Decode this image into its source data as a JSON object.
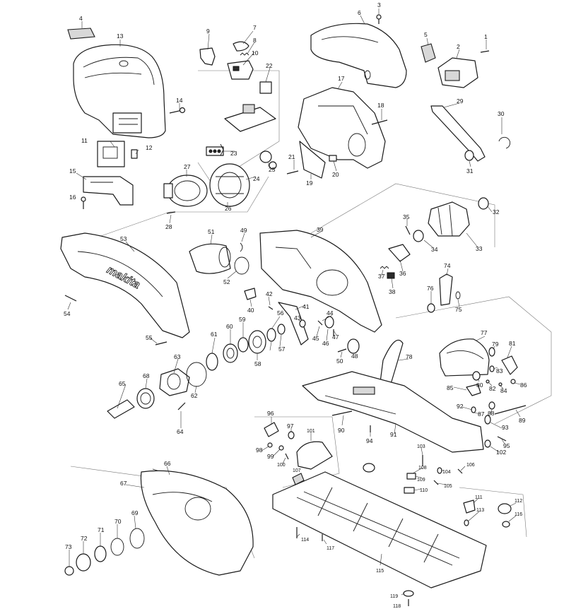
{
  "brand_text": "makita",
  "parts": [
    {
      "id": "p4",
      "label": "4"
    },
    {
      "id": "p13",
      "label": "13"
    },
    {
      "id": "p14",
      "label": "14"
    },
    {
      "id": "p11",
      "label": "11"
    },
    {
      "id": "p12",
      "label": "12"
    },
    {
      "id": "p15",
      "label": "15"
    },
    {
      "id": "p16",
      "label": "16"
    },
    {
      "id": "p9",
      "label": "9"
    },
    {
      "id": "p7",
      "label": "7"
    },
    {
      "id": "p8",
      "label": "8"
    },
    {
      "id": "p10",
      "label": "10"
    },
    {
      "id": "p22",
      "label": "22"
    },
    {
      "id": "p23",
      "label": "23"
    },
    {
      "id": "p25",
      "label": "25"
    },
    {
      "id": "p24",
      "label": "24"
    },
    {
      "id": "p27",
      "label": "27"
    },
    {
      "id": "p26",
      "label": "26"
    },
    {
      "id": "p28",
      "label": "28"
    },
    {
      "id": "p3",
      "label": "3"
    },
    {
      "id": "p6",
      "label": "6"
    },
    {
      "id": "p5",
      "label": "5"
    },
    {
      "id": "p2",
      "label": "2"
    },
    {
      "id": "p1",
      "label": "1"
    },
    {
      "id": "p17",
      "label": "17"
    },
    {
      "id": "p18",
      "label": "18"
    },
    {
      "id": "p29",
      "label": "29"
    },
    {
      "id": "p30",
      "label": "30"
    },
    {
      "id": "p31",
      "label": "31"
    },
    {
      "id": "p21",
      "label": "21"
    },
    {
      "id": "p19",
      "label": "19"
    },
    {
      "id": "p20",
      "label": "20"
    },
    {
      "id": "p53",
      "label": "53"
    },
    {
      "id": "p54",
      "label": "54"
    },
    {
      "id": "p51",
      "label": "51"
    },
    {
      "id": "p49",
      "label": "49"
    },
    {
      "id": "p52",
      "label": "52"
    },
    {
      "id": "p39",
      "label": "39"
    },
    {
      "id": "p35",
      "label": "35"
    },
    {
      "id": "p32",
      "label": "32"
    },
    {
      "id": "p34",
      "label": "34"
    },
    {
      "id": "p33",
      "label": "33"
    },
    {
      "id": "p37",
      "label": "37"
    },
    {
      "id": "p36",
      "label": "36"
    },
    {
      "id": "p38",
      "label": "38"
    },
    {
      "id": "p74",
      "label": "74"
    },
    {
      "id": "p76",
      "label": "76"
    },
    {
      "id": "p75",
      "label": "75"
    },
    {
      "id": "p40",
      "label": "40"
    },
    {
      "id": "p42",
      "label": "42"
    },
    {
      "id": "p41",
      "label": "41"
    },
    {
      "id": "p43",
      "label": "43"
    },
    {
      "id": "p44",
      "label": "44"
    },
    {
      "id": "p45",
      "label": "45"
    },
    {
      "id": "p46",
      "label": "46"
    },
    {
      "id": "p47",
      "label": "47"
    },
    {
      "id": "p55",
      "label": "55"
    },
    {
      "id": "p61",
      "label": "61"
    },
    {
      "id": "p60",
      "label": "60"
    },
    {
      "id": "p59",
      "label": "59"
    },
    {
      "id": "p56",
      "label": "56"
    },
    {
      "id": "p57",
      "label": "57"
    },
    {
      "id": "p58",
      "label": "58"
    },
    {
      "id": "p50",
      "label": "50"
    },
    {
      "id": "p48",
      "label": "48"
    },
    {
      "id": "p78",
      "label": "78"
    },
    {
      "id": "p77",
      "label": "77"
    },
    {
      "id": "p79",
      "label": "79"
    },
    {
      "id": "p81",
      "label": "81"
    },
    {
      "id": "p83",
      "label": "83"
    },
    {
      "id": "p80",
      "label": "80"
    },
    {
      "id": "p82",
      "label": "82"
    },
    {
      "id": "p84",
      "label": "84"
    },
    {
      "id": "p85",
      "label": "85"
    },
    {
      "id": "p86",
      "label": "86"
    },
    {
      "id": "p63",
      "label": "63"
    },
    {
      "id": "p68",
      "label": "68"
    },
    {
      "id": "p65",
      "label": "65"
    },
    {
      "id": "p62",
      "label": "62"
    },
    {
      "id": "p64",
      "label": "64"
    },
    {
      "id": "p92",
      "label": "92"
    },
    {
      "id": "p87",
      "label": "87"
    },
    {
      "id": "p88",
      "label": "88"
    },
    {
      "id": "p89",
      "label": "89"
    },
    {
      "id": "p93",
      "label": "93"
    },
    {
      "id": "p95",
      "label": "95"
    },
    {
      "id": "p102",
      "label": "102"
    },
    {
      "id": "p90",
      "label": "90"
    },
    {
      "id": "p94",
      "label": "94"
    },
    {
      "id": "p91",
      "label": "91"
    },
    {
      "id": "p96",
      "label": "96"
    },
    {
      "id": "p97",
      "label": "97"
    },
    {
      "id": "p101",
      "label": "101"
    },
    {
      "id": "p98",
      "label": "98"
    },
    {
      "id": "p99",
      "label": "99"
    },
    {
      "id": "p100",
      "label": "100"
    },
    {
      "id": "p103",
      "label": "103"
    },
    {
      "id": "p108",
      "label": "108"
    },
    {
      "id": "p109",
      "label": "109"
    },
    {
      "id": "p104",
      "label": "104"
    },
    {
      "id": "p105",
      "label": "105"
    },
    {
      "id": "p106",
      "label": "106"
    },
    {
      "id": "p110",
      "label": "110"
    },
    {
      "id": "p107",
      "label": "107"
    },
    {
      "id": "p111",
      "label": "111"
    },
    {
      "id": "p112",
      "label": "112"
    },
    {
      "id": "p113",
      "label": "113"
    },
    {
      "id": "p116",
      "label": "116"
    },
    {
      "id": "p66",
      "label": "66"
    },
    {
      "id": "p67",
      "label": "67"
    },
    {
      "id": "p69",
      "label": "69"
    },
    {
      "id": "p70",
      "label": "70"
    },
    {
      "id": "p71",
      "label": "71"
    },
    {
      "id": "p72",
      "label": "72"
    },
    {
      "id": "p73",
      "label": "73"
    },
    {
      "id": "p114",
      "label": "114"
    },
    {
      "id": "p117",
      "label": "117"
    },
    {
      "id": "p115",
      "label": "115"
    },
    {
      "id": "p119",
      "label": "119"
    },
    {
      "id": "p118",
      "label": "118"
    }
  ]
}
